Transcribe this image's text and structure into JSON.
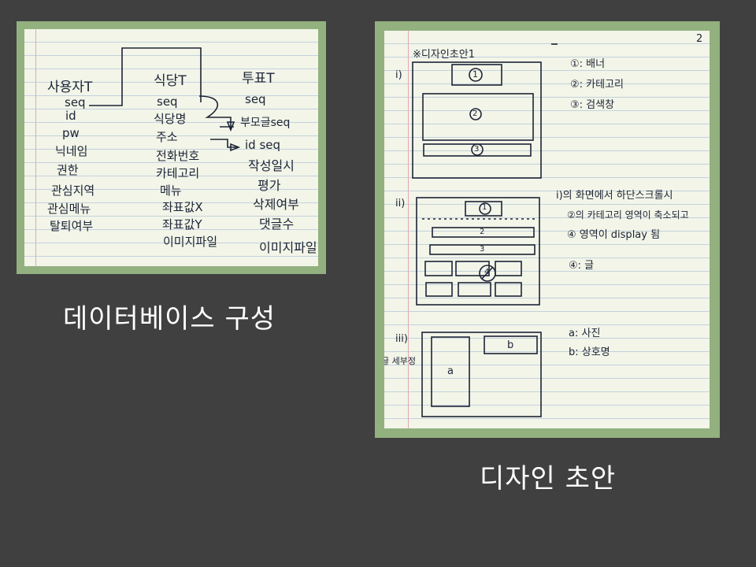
{
  "captions": {
    "database": "데이터베이스 구성",
    "design": "디자인 초안"
  },
  "database_note": {
    "user_table": {
      "title": "사용자T",
      "fields": [
        "seq",
        "id",
        "pw",
        "닉네임",
        "권한",
        "관심지역",
        "관심메뉴",
        "탈퇴여부"
      ]
    },
    "restaurant_table": {
      "title": "식당T",
      "fields": [
        "seq",
        "식당명",
        "주소",
        "전화번호",
        "카테고리",
        "메뉴",
        "좌표값X",
        "좌표값Y",
        "이미지파일"
      ]
    },
    "review_table": {
      "title": "투표T",
      "fields": [
        "seq",
        "부모글seq",
        "id seq",
        "작성일시",
        "평가",
        "삭제여부",
        "댓글수",
        "이미지파일"
      ]
    }
  },
  "design_note": {
    "heading": "※디자인초안1",
    "page_mark": "2",
    "sections": [
      {
        "label": "i)",
        "notes": [
          "①: 배너",
          "②: 카테고리",
          "③: 검색창"
        ],
        "box_labels": [
          "1",
          "2",
          "3"
        ]
      },
      {
        "label": "ii)",
        "notes": [
          "i)의 화면에서 하단스크롤시",
          "②의 카테고리 영역이 축소되고",
          "④ 영역이 display 됨",
          "④: 글"
        ],
        "box_labels": [
          "1",
          "2",
          "3",
          "4"
        ]
      },
      {
        "label": "iii)",
        "side_note": "글 세부정",
        "notes": [
          "a: 사진",
          "b: 상호명"
        ],
        "box_labels": [
          "a",
          "b"
        ]
      }
    ]
  }
}
